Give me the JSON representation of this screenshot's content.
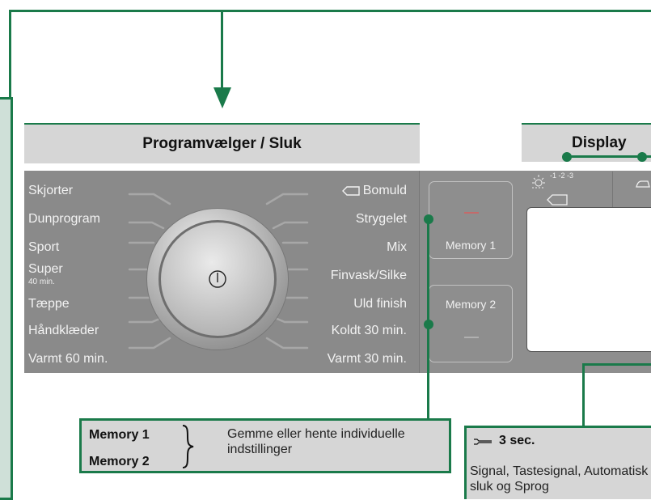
{
  "headers": {
    "programvaelger": "Programvælger / Sluk",
    "display": "Display"
  },
  "programs_left": [
    "Skjorter",
    "Dunprogram",
    "Sport",
    "Super",
    "Tæppe",
    "Håndklæder",
    "Varmt 60 min."
  ],
  "super_sub": "40 min.",
  "programs_right": [
    "Bomuld",
    "Strygelet",
    "Mix",
    "Finvask/Silke",
    "Uld finish",
    "Koldt 30 min.",
    "Varmt 30 min."
  ],
  "memory": {
    "button1": "Memory 1",
    "button2": "Memory 2"
  },
  "display_icons": {
    "dryness_levels": "-1 -2 -3"
  },
  "callout_memory": {
    "label1": "Memory 1",
    "label2": "Memory 2",
    "text": "Gemme eller hente individuelle indstillinger"
  },
  "callout_display": {
    "title": "3 sec.",
    "text": "Signal, Tastesignal, Automatisk sluk og Sprog"
  },
  "colors": {
    "accent": "#1a7a4a",
    "panel": "#8a8a8a",
    "header": "#d6d6d6"
  }
}
